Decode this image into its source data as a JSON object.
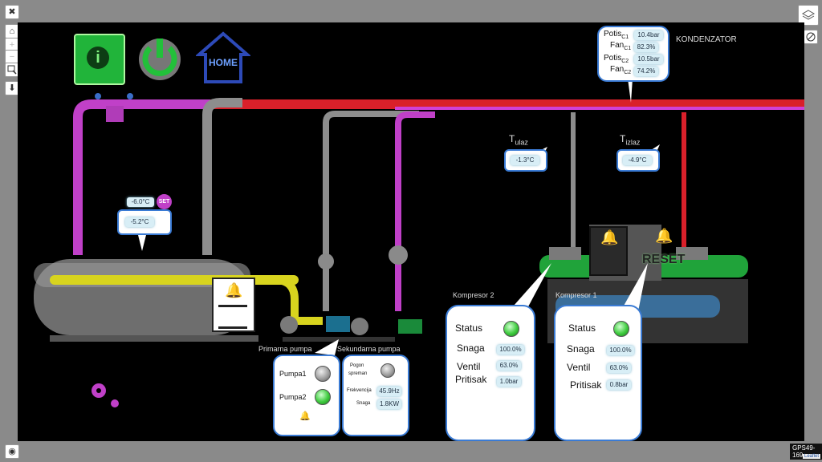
{
  "map_controls": {
    "fullscreen_glyph": "✖",
    "home_glyph": "⌂",
    "zoom_in": "+",
    "zoom_out": "−",
    "download_glyph": "⬇",
    "eye_glyph": "◉"
  },
  "header": {
    "home_label": "HOME"
  },
  "condenser": {
    "title": "KONDENZATOR",
    "potis1_label": "Potis",
    "potis1_sub": "C1",
    "potis1_value": "10.4bar",
    "fan1_label": "Fan",
    "fan1_sub": "C1",
    "fan1_value": "82.3%",
    "potis2_label": "Potis",
    "potis2_sub": "C2",
    "potis2_value": "10.5bar",
    "fan2_label": "Fan",
    "fan2_sub": "C2",
    "fan2_value": "74.2%"
  },
  "temps": {
    "t_in_label": "T",
    "t_in_sub": "ulaz",
    "t_in_value": "-1.3°C",
    "t_out_label": "T",
    "t_out_sub": "izlaz",
    "t_out_value": "-4.9°C"
  },
  "tank": {
    "setpoint": "-6.0°C",
    "set_button": "SET",
    "actual": "-5.2°C"
  },
  "pumps": {
    "primary_label": "Primarna pumpa",
    "secondary_label": "Sekundarna pumpa",
    "pumpa1": "Pumpa1",
    "pumpa2": "Pumpa2",
    "pumpa1_on": false,
    "pumpa2_on": true,
    "alarm_glyph": "🔔",
    "pogon_label_1": "Pogon",
    "pogon_label_2": "spreman",
    "pogon_on": false,
    "freq_label": "Frekvencija",
    "freq_value": "45.9Hz",
    "power_label": "Snaga",
    "power_value": "1.8KW"
  },
  "comp2": {
    "title": "Kompresor 2",
    "status_label": "Status",
    "status_on": true,
    "snaga_label": "Snaga",
    "snaga_value": "100.0%",
    "ventil_label": "Ventil",
    "ventil_value": "63.0%",
    "pritisak_label": "Pritisak",
    "pritisak_value": "1.0bar"
  },
  "comp1": {
    "title": "Kompresor 1",
    "status_label": "Status",
    "status_on": true,
    "snaga_label": "Snaga",
    "snaga_value": "100.0%",
    "ventil_label": "Ventil",
    "ventil_value": "63.0%",
    "pritisak_label": "Pritisak",
    "pritisak_value": "0.8bar"
  },
  "reset_label": "RESET",
  "footer": {
    "id_tag": "GPS49-169",
    "attribution": "Leaflet"
  },
  "colors": {
    "magenta": "#c040c8",
    "red": "#d9202a",
    "gray": "#8d8d8d",
    "yellow": "#d8d41e",
    "green": "#22b43a",
    "accent": "#3a7bd5"
  }
}
